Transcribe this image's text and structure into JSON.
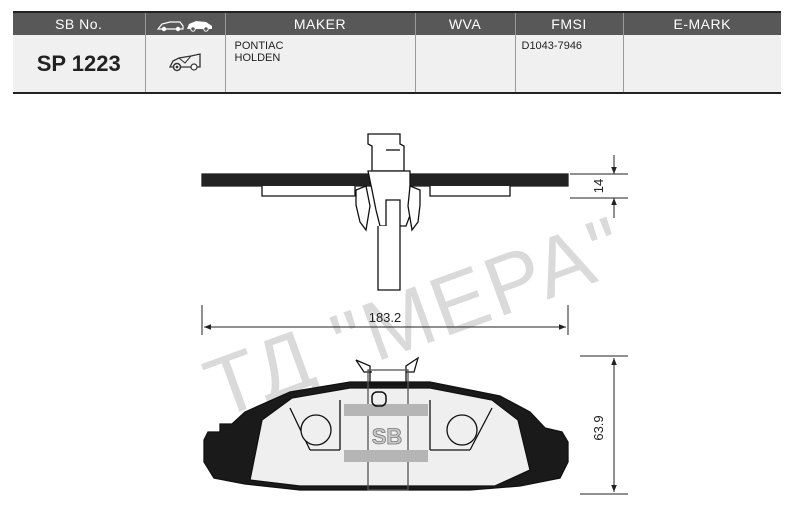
{
  "header": {
    "sb_no": "SB No.",
    "maker": "MAKER",
    "wva": "WVA",
    "fmsi": "FMSI",
    "emark": "E-MARK",
    "icon": "car-axle-icon"
  },
  "row": {
    "sb_no": "SP 1223",
    "makers": [
      "PONTIAC",
      "HOLDEN"
    ],
    "wva": "",
    "fmsi": "D1043-7946",
    "emark": "",
    "axle_icon": "front-axle-car-icon"
  },
  "dimensions": {
    "thickness": "14",
    "width": "183.2",
    "height": "63.9"
  },
  "logo_text": "SB",
  "watermark": "ТД \"МЕРА\""
}
